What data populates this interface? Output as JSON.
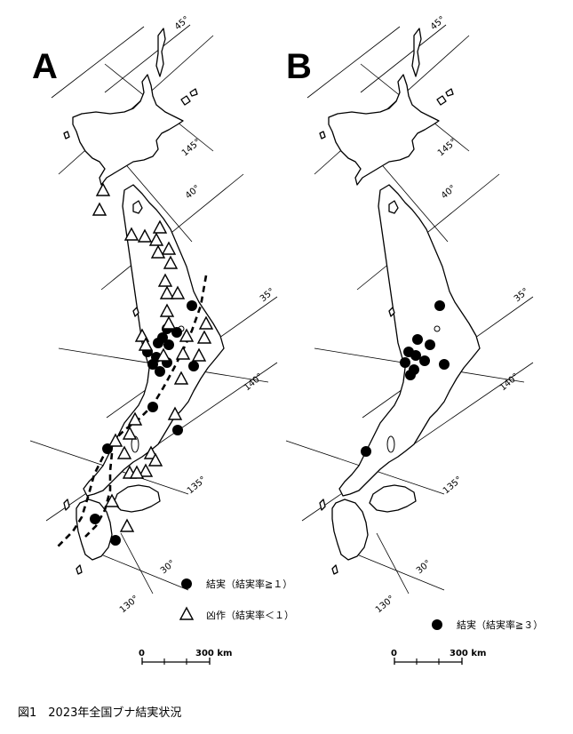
{
  "panels": [
    {
      "letter": "A",
      "grid_labels": [
        "45°",
        "145°",
        "40°",
        "35°",
        "140°",
        "135°",
        "30°",
        "130°"
      ],
      "legend": [
        {
          "symbol": "dot",
          "text": "結実（結実率≧１）"
        },
        {
          "symbol": "triangle",
          "text": "凶作（結実率＜１）"
        }
      ],
      "scale": {
        "zero": "0",
        "end": "300 km"
      },
      "dots": [
        [
          216,
          344
        ],
        [
          188,
          370
        ],
        [
          199,
          374
        ],
        [
          183,
          380
        ],
        [
          178,
          386
        ],
        [
          190,
          388
        ],
        [
          166,
          396
        ],
        [
          176,
          402
        ],
        [
          188,
          408
        ],
        [
          172,
          410
        ],
        [
          180,
          418
        ],
        [
          218,
          412
        ],
        [
          172,
          458
        ],
        [
          200,
          484
        ],
        [
          121,
          505
        ],
        [
          107,
          584
        ],
        [
          130,
          608
        ]
      ],
      "triangles": [
        [
          116,
          214
        ],
        [
          112,
          236
        ],
        [
          148,
          264
        ],
        [
          163,
          266
        ],
        [
          180,
          256
        ],
        [
          176,
          270
        ],
        [
          190,
          280
        ],
        [
          178,
          284
        ],
        [
          192,
          296
        ],
        [
          186,
          316
        ],
        [
          188,
          330
        ],
        [
          200,
          330
        ],
        [
          188,
          350
        ],
        [
          190,
          364
        ],
        [
          232,
          364
        ],
        [
          160,
          378
        ],
        [
          210,
          378
        ],
        [
          230,
          380
        ],
        [
          164,
          388
        ],
        [
          184,
          400
        ],
        [
          206,
          398
        ],
        [
          224,
          400
        ],
        [
          204,
          426
        ],
        [
          197,
          466
        ],
        [
          152,
          472
        ],
        [
          146,
          488
        ],
        [
          130,
          496
        ],
        [
          140,
          510
        ],
        [
          170,
          510
        ],
        [
          175,
          518
        ],
        [
          164,
          530
        ],
        [
          146,
          532
        ],
        [
          154,
          532
        ],
        [
          126,
          564
        ],
        [
          143,
          592
        ]
      ]
    },
    {
      "letter": "B",
      "grid_labels": [
        "45°",
        "145°",
        "40°",
        "35°",
        "140°",
        "135°",
        "30°",
        "130°"
      ],
      "legend": [
        {
          "symbol": "dot",
          "text": "結実（結実率≧３）"
        }
      ],
      "scale": {
        "zero": "0",
        "end": "300 km"
      },
      "dots": [
        [
          495,
          344
        ],
        [
          470,
          382
        ],
        [
          484,
          388
        ],
        [
          460,
          396
        ],
        [
          468,
          400
        ],
        [
          478,
          406
        ],
        [
          500,
          410
        ],
        [
          456,
          408
        ],
        [
          466,
          416
        ],
        [
          462,
          422
        ],
        [
          412,
          508
        ]
      ],
      "triangles": []
    }
  ],
  "caption": "図1　2023年全国ブナ結実状況"
}
